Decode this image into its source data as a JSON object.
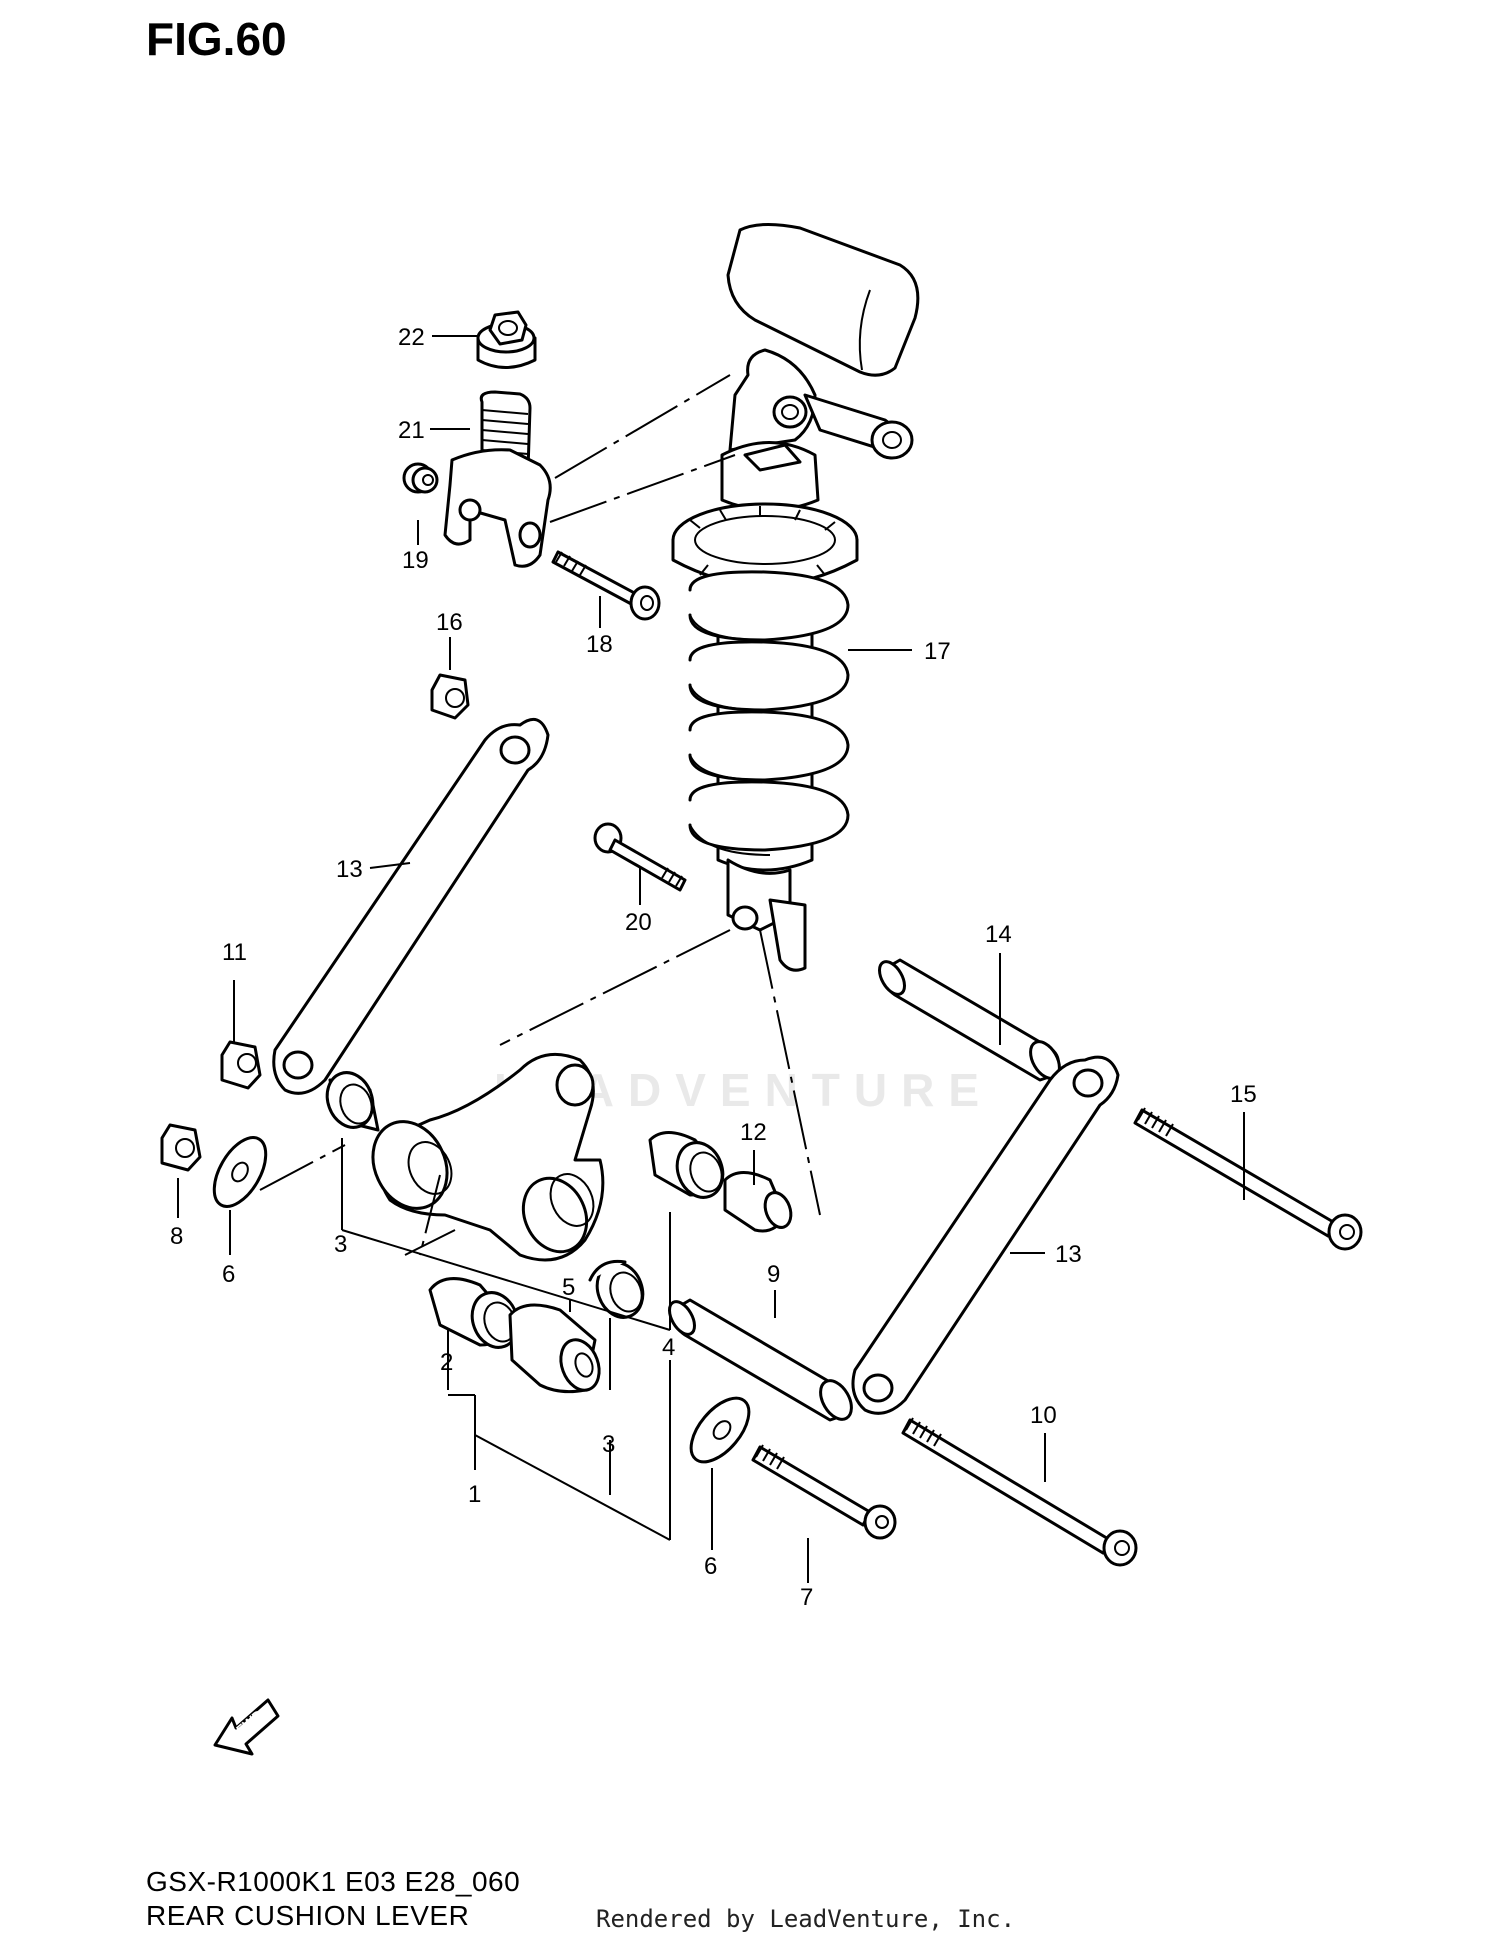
{
  "figure": {
    "title": "FIG.60",
    "model_code": "GSX-R1000K1 E03 E28_060",
    "assembly_name": "REAR CUSHION LEVER",
    "rendered_by": "Rendered by LeadVenture, Inc.",
    "watermark": "LEADVENTURE",
    "fwd_label": "FWD"
  },
  "callouts": {
    "c1": "1",
    "c2": "2",
    "c3a": "3",
    "c3b": "3",
    "c4": "4",
    "c5": "5",
    "c6a": "6",
    "c6b": "6",
    "c7": "7",
    "c8": "8",
    "c9": "9",
    "c10": "10",
    "c11": "11",
    "c12": "12",
    "c13a": "13",
    "c13b": "13",
    "c14": "14",
    "c15": "15",
    "c16": "16",
    "c17": "17",
    "c18": "18",
    "c19": "19",
    "c20": "20",
    "c21": "21",
    "c22": "22"
  }
}
